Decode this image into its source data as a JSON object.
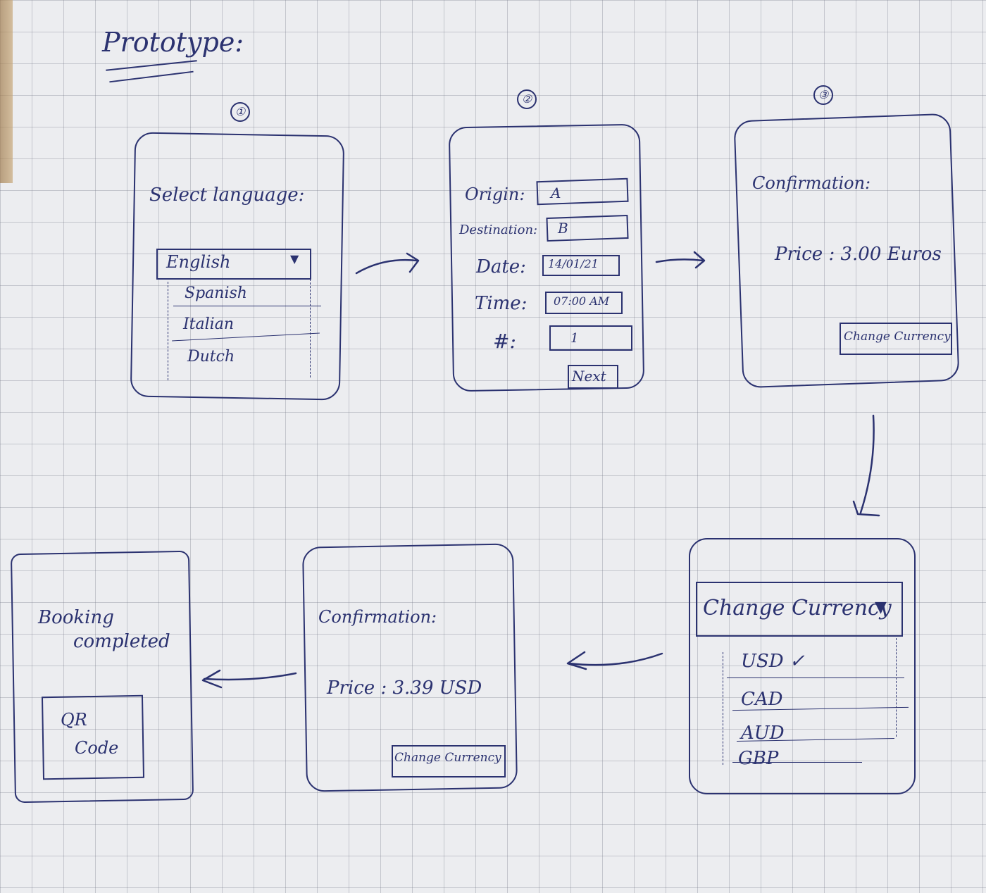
{
  "title": "Prototype:",
  "steps": [
    "①",
    "②",
    "③"
  ],
  "screen1": {
    "heading": "Select language:",
    "selected": "English",
    "options": [
      "Spanish",
      "Italian",
      "Dutch"
    ]
  },
  "screen2": {
    "labels": [
      "Origin:",
      "Destination:",
      "Date:",
      "Time:",
      "#:"
    ],
    "values": [
      "A",
      "B",
      "14/01/21",
      "07:00 AM",
      "1"
    ],
    "next_button": "Next"
  },
  "screen3": {
    "heading": "Confirmation:",
    "price": "Price : 3.00 Euros",
    "button": "Change Currency"
  },
  "screen4": {
    "dropdown_label": "Change Currency",
    "options": [
      "USD ✓",
      "CAD",
      "AUD",
      "GBP"
    ]
  },
  "screen5": {
    "heading": "Confirmation:",
    "price": "Price : 3.39 USD",
    "button": "Change Currency"
  },
  "screen6": {
    "heading_line1": "Booking",
    "heading_line2": "completed",
    "qr_line1": "QR",
    "qr_line2": "Code"
  },
  "colors": {
    "ink": "#2b3270",
    "paper": "#ecedf0",
    "grid": "#787d8c"
  }
}
